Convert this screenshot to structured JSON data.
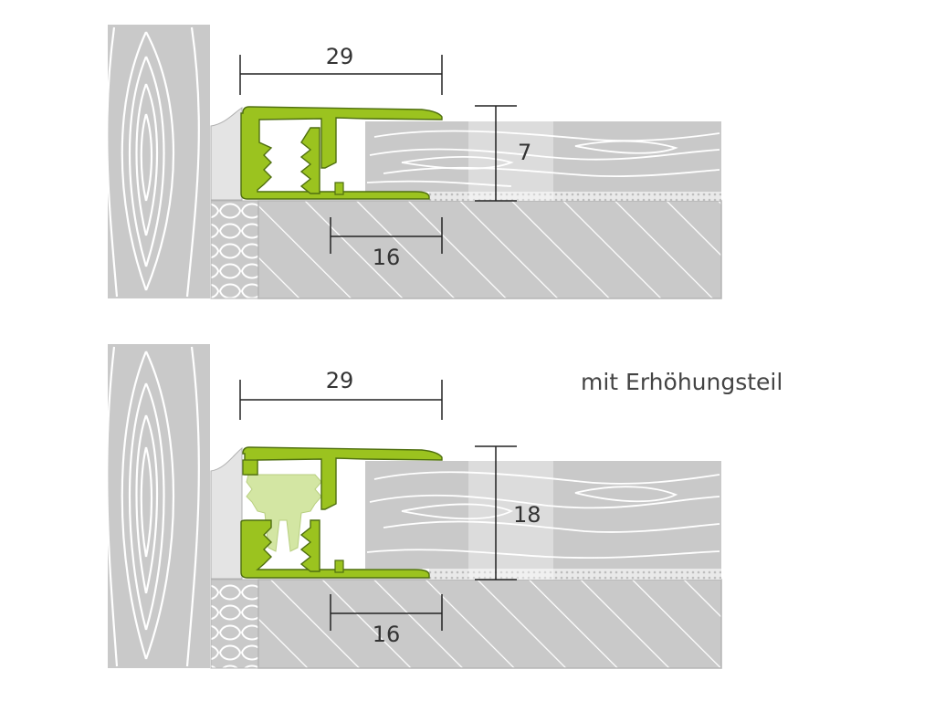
{
  "colors": {
    "profile": "#9bc31f",
    "profile_outline": "#4f6f10",
    "riser": "#d3e6a3",
    "material_gray": "#c9c9c9",
    "grain_line": "#ffffff",
    "dimension_line": "#222222",
    "text": "#333333"
  },
  "top_detail": {
    "width_dim": "29",
    "height_dim": "7",
    "base_dim": "16"
  },
  "bottom_detail": {
    "caption": "mit Erhöhungsteil",
    "width_dim": "29",
    "height_dim": "18",
    "base_dim": "16"
  }
}
